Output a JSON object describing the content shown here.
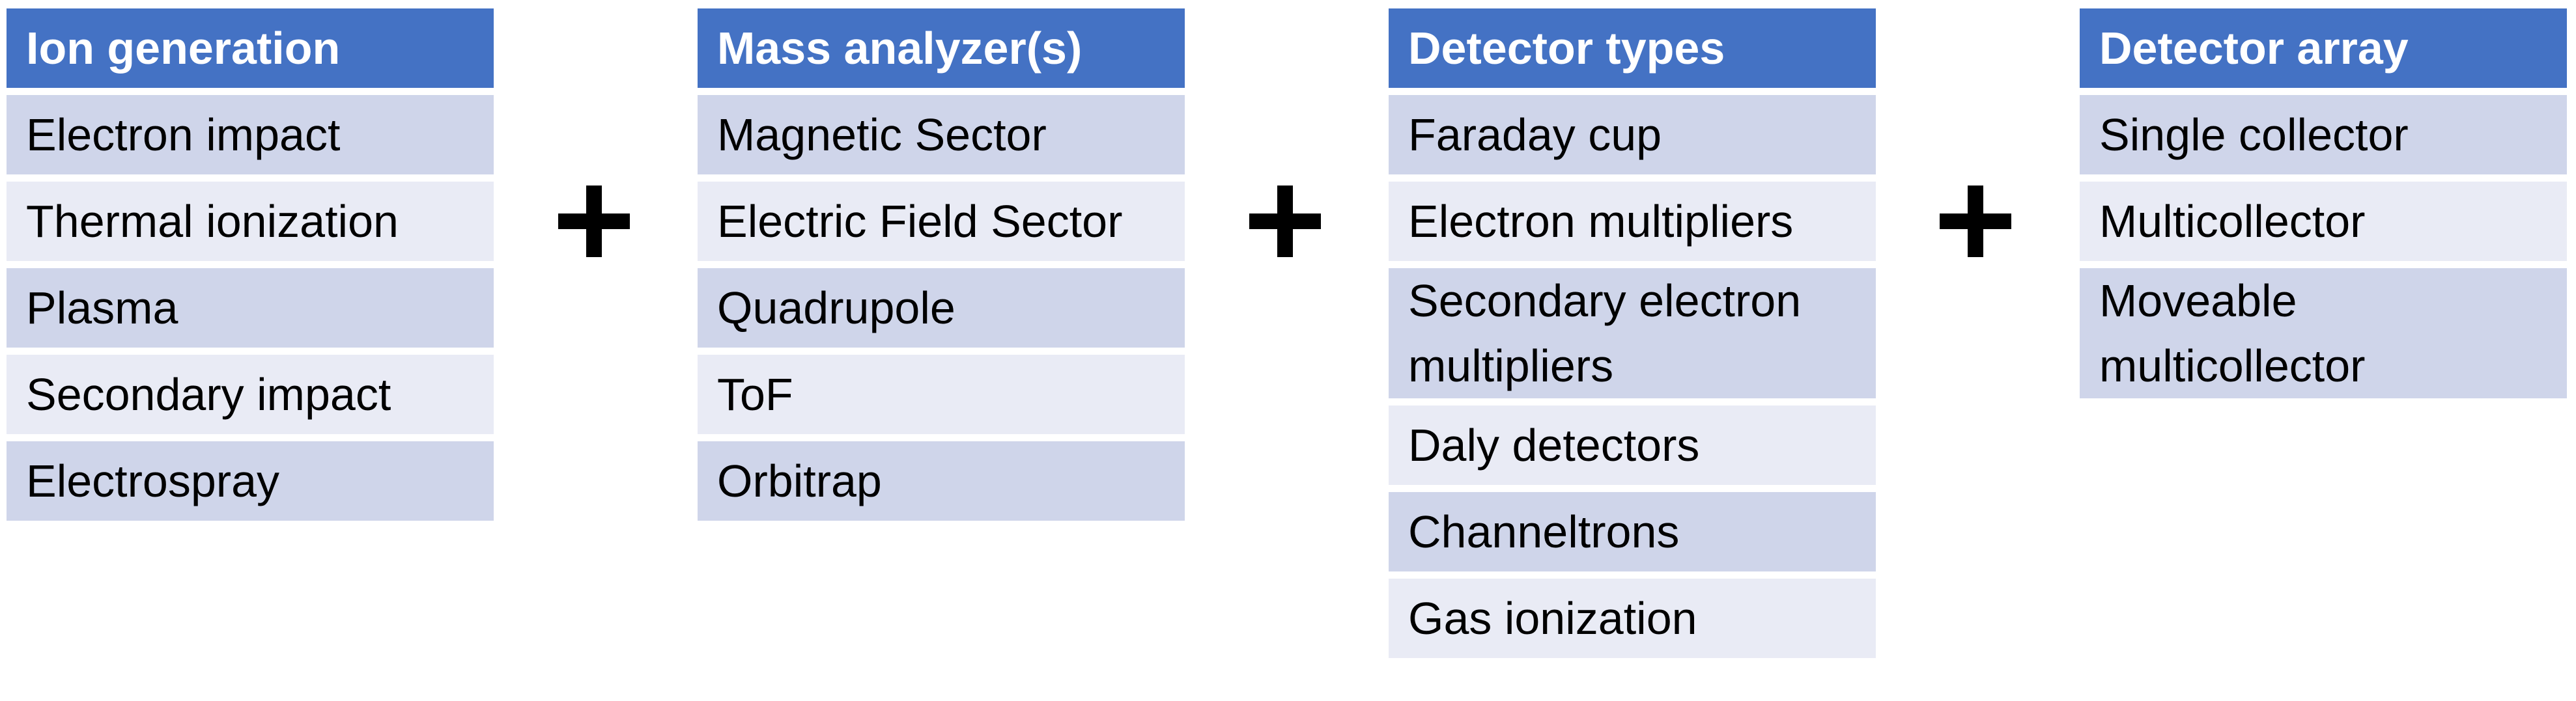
{
  "columns": [
    {
      "header": "Ion generation",
      "items": [
        [
          "Electron impact"
        ],
        [
          "Thermal ionization"
        ],
        [
          "Plasma"
        ],
        [
          "Secondary impact"
        ],
        [
          "Electrospray"
        ]
      ]
    },
    {
      "header": "Mass analyzer(s)",
      "items": [
        [
          "Magnetic Sector"
        ],
        [
          "Electric Field Sector"
        ],
        [
          "Quadrupole"
        ],
        [
          "ToF"
        ],
        [
          "Orbitrap"
        ]
      ]
    },
    {
      "header": "Detector types",
      "items": [
        [
          "Faraday cup"
        ],
        [
          "Electron multipliers"
        ],
        [
          "Secondary electron",
          "multipliers"
        ],
        [
          "Daly detectors"
        ],
        [
          "Channeltrons"
        ],
        [
          "Gas ionization"
        ]
      ]
    },
    {
      "header": "Detector array",
      "items": [
        [
          "Single collector"
        ],
        [
          "Multicollector"
        ],
        [
          "Moveable",
          "multicollector"
        ]
      ]
    }
  ],
  "operator_symbol": "+",
  "colors": {
    "header_bg": "#4472c4",
    "row_dark": "#cfd5ea",
    "row_light": "#e9ebf5"
  }
}
